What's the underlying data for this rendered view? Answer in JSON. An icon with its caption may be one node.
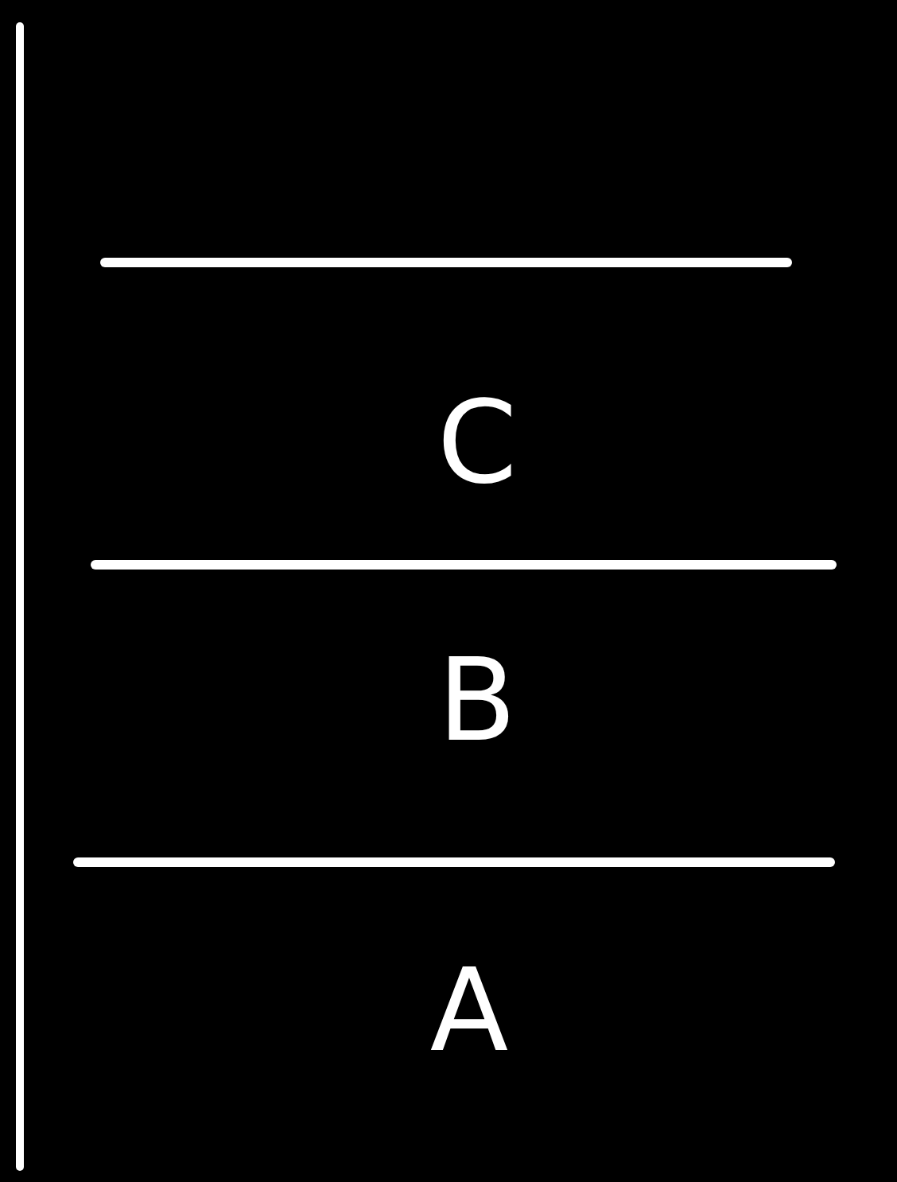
{
  "diagram": {
    "labels": [
      "C",
      "B",
      "A"
    ]
  }
}
